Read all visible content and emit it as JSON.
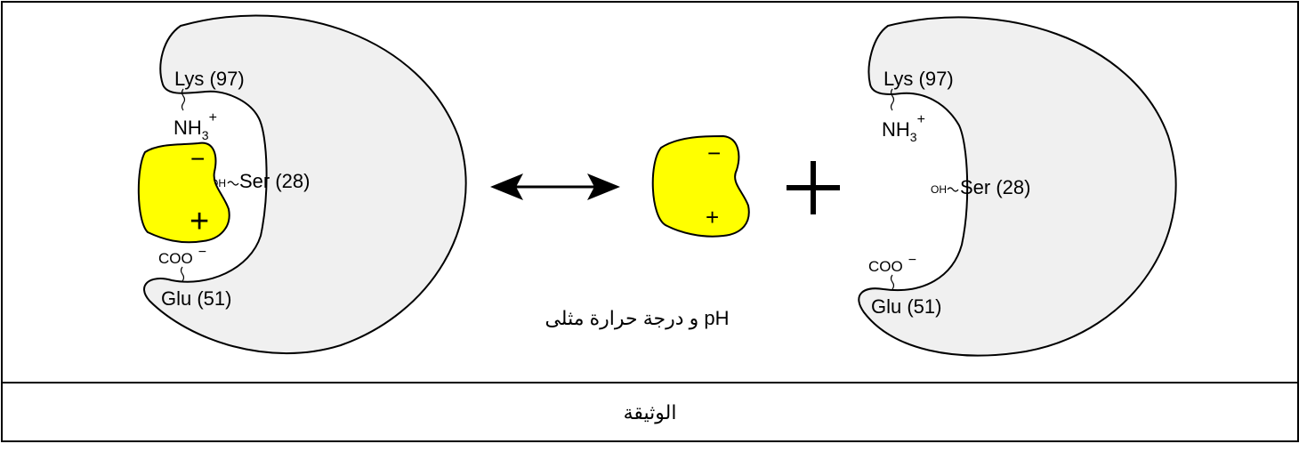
{
  "figure": {
    "left_enzyme": {
      "lys": "Lys (97)",
      "nh3_base": "NH",
      "nh3_sub": "3",
      "nh3_sup": "+",
      "oh": "OH",
      "ser": "Ser (28)",
      "coo": "COO",
      "coo_sup": "−",
      "glu": "Glu (51)"
    },
    "right_enzyme": {
      "lys": "Lys (97)",
      "nh3_base": "NH",
      "nh3_sub": "3",
      "nh3_sup": "+",
      "oh": "OH",
      "ser": "Ser (28)",
      "coo": "COO",
      "coo_sup": "−",
      "glu": "Glu (51)"
    },
    "substrate_charges": {
      "negative": "−",
      "positive": "+"
    },
    "plus_sign": "+",
    "condition_label": "pH  و  درجة حرارة مثلى"
  },
  "caption": "الوثيقة",
  "colors": {
    "enzyme_fill": "#f0f0f0",
    "substrate_fill": "#ffff00",
    "stroke": "#000000"
  }
}
